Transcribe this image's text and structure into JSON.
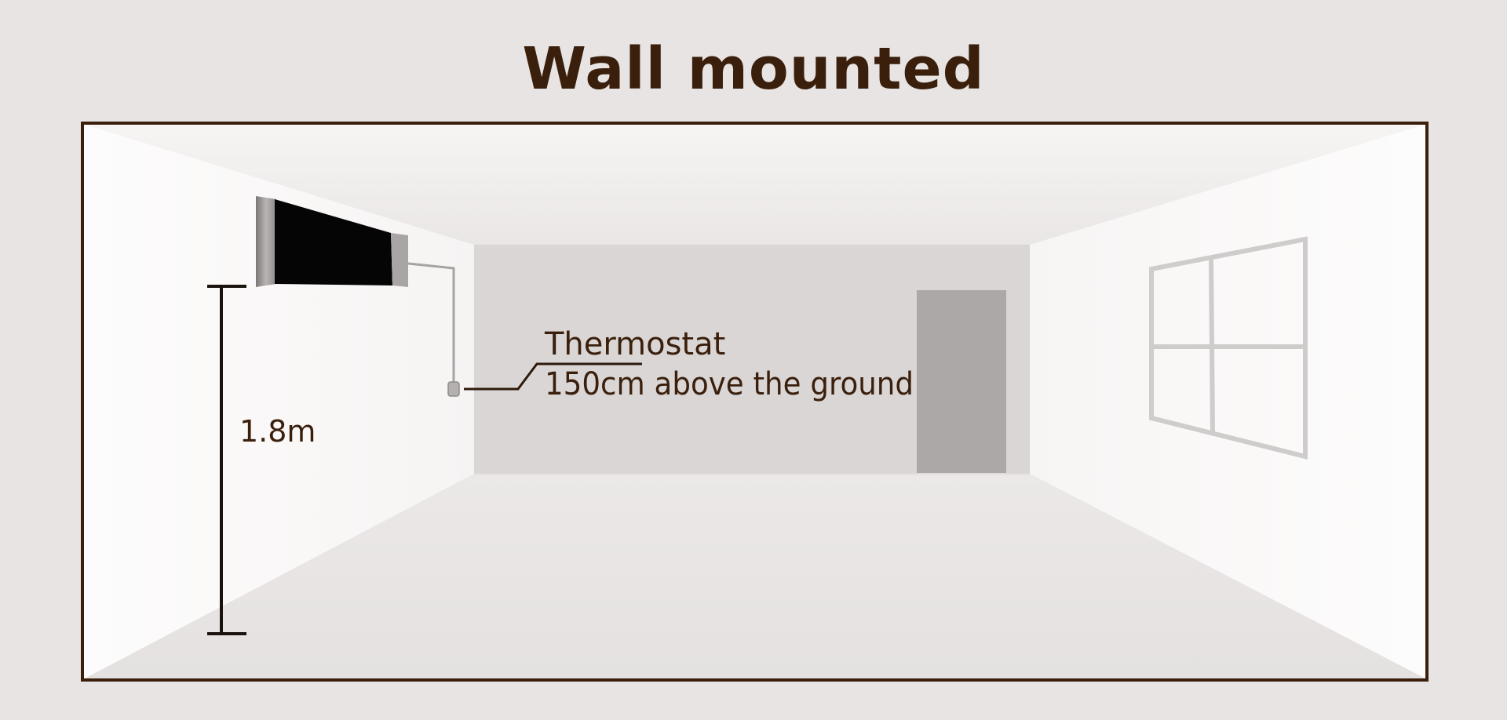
{
  "title": "Wall mounted",
  "height_label": "1.8m",
  "thermostat": {
    "name": "Thermostat",
    "position": "150cm above the ground"
  },
  "colors": {
    "text": "#3a1f0c",
    "frame": "#3a1f0c",
    "background": "#e7e4e3",
    "heater_panel": "#000000"
  }
}
